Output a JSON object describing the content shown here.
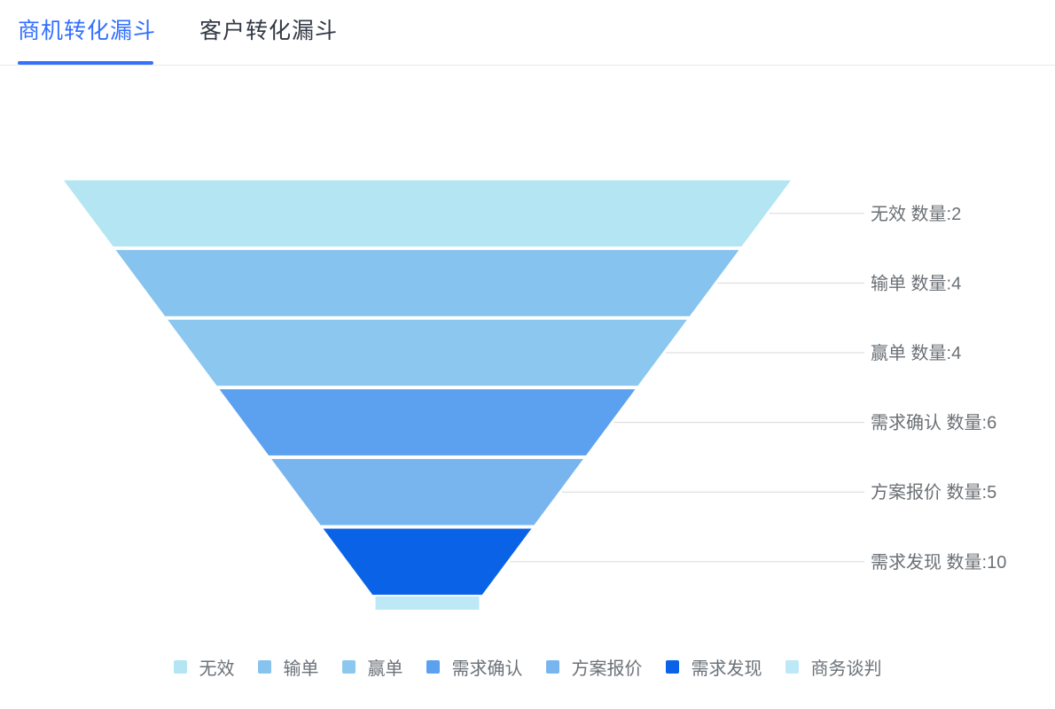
{
  "tabs": {
    "items": [
      {
        "label": "商机转化漏斗",
        "active": true
      },
      {
        "label": "客户转化漏斗",
        "active": false
      }
    ],
    "active_color": "#3370FF",
    "inactive_color": "#333A45"
  },
  "chart_data": {
    "type": "funnel",
    "title": "",
    "legend_position": "bottom",
    "label_color": "#6B7075",
    "leader_line_color": "#D9D9D9",
    "items": [
      {
        "name": "无效",
        "value": 2,
        "label": "无效 数量:2",
        "color": "#B3E5F3"
      },
      {
        "name": "输单",
        "value": 4,
        "label": "输单 数量:4",
        "color": "#86C3EE"
      },
      {
        "name": "赢单",
        "value": 4,
        "label": "赢单 数量:4",
        "color": "#8BC7EF"
      },
      {
        "name": "需求确认",
        "value": 6,
        "label": "需求确认 数量:6",
        "color": "#5CA0F0"
      },
      {
        "name": "方案报价",
        "value": 5,
        "label": "方案报价 数量:5",
        "color": "#78B5EF"
      },
      {
        "name": "需求发现",
        "value": 10,
        "label": "需求发现 数量:10",
        "color": "#0A63E6"
      },
      {
        "name": "商务谈判",
        "color": "#BDE8F6"
      }
    ]
  }
}
